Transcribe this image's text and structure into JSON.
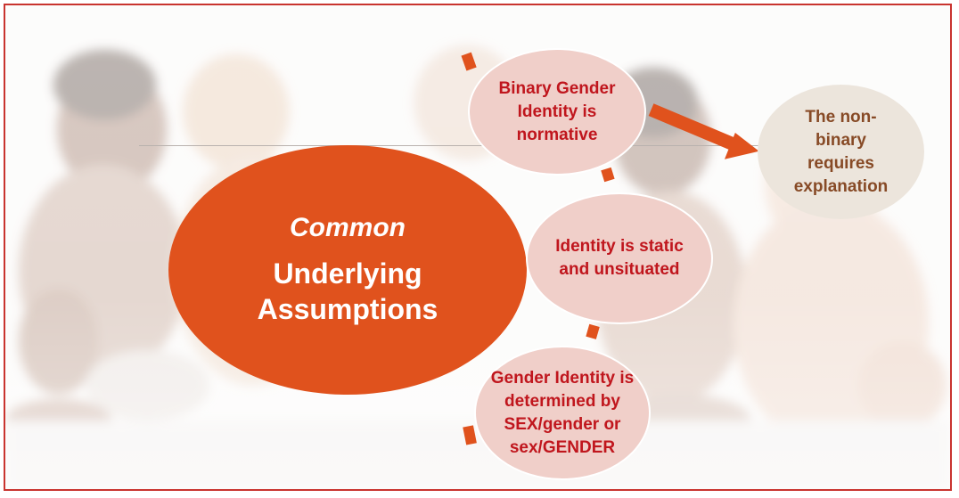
{
  "slide": {
    "main": {
      "line1": "Common",
      "line2": "Underlying\nAssumptions"
    },
    "assumptions": [
      "Binary Gender\nIdentity is\nnormative",
      "Identity is static\nand unsituated",
      "Gender Identity is\ndetermined by\nSEX/gender or\nsex/GENDER"
    ],
    "consequence": "The non-\nbinary\nrequires\nexplanation"
  },
  "colors": {
    "main_fill": "#e0521d",
    "assumption_fill": "#f0cfc9",
    "assumption_text": "#c0161d",
    "consequence_fill": "#ece5dc",
    "consequence_text": "#874a26",
    "frame": "#c9342f"
  }
}
